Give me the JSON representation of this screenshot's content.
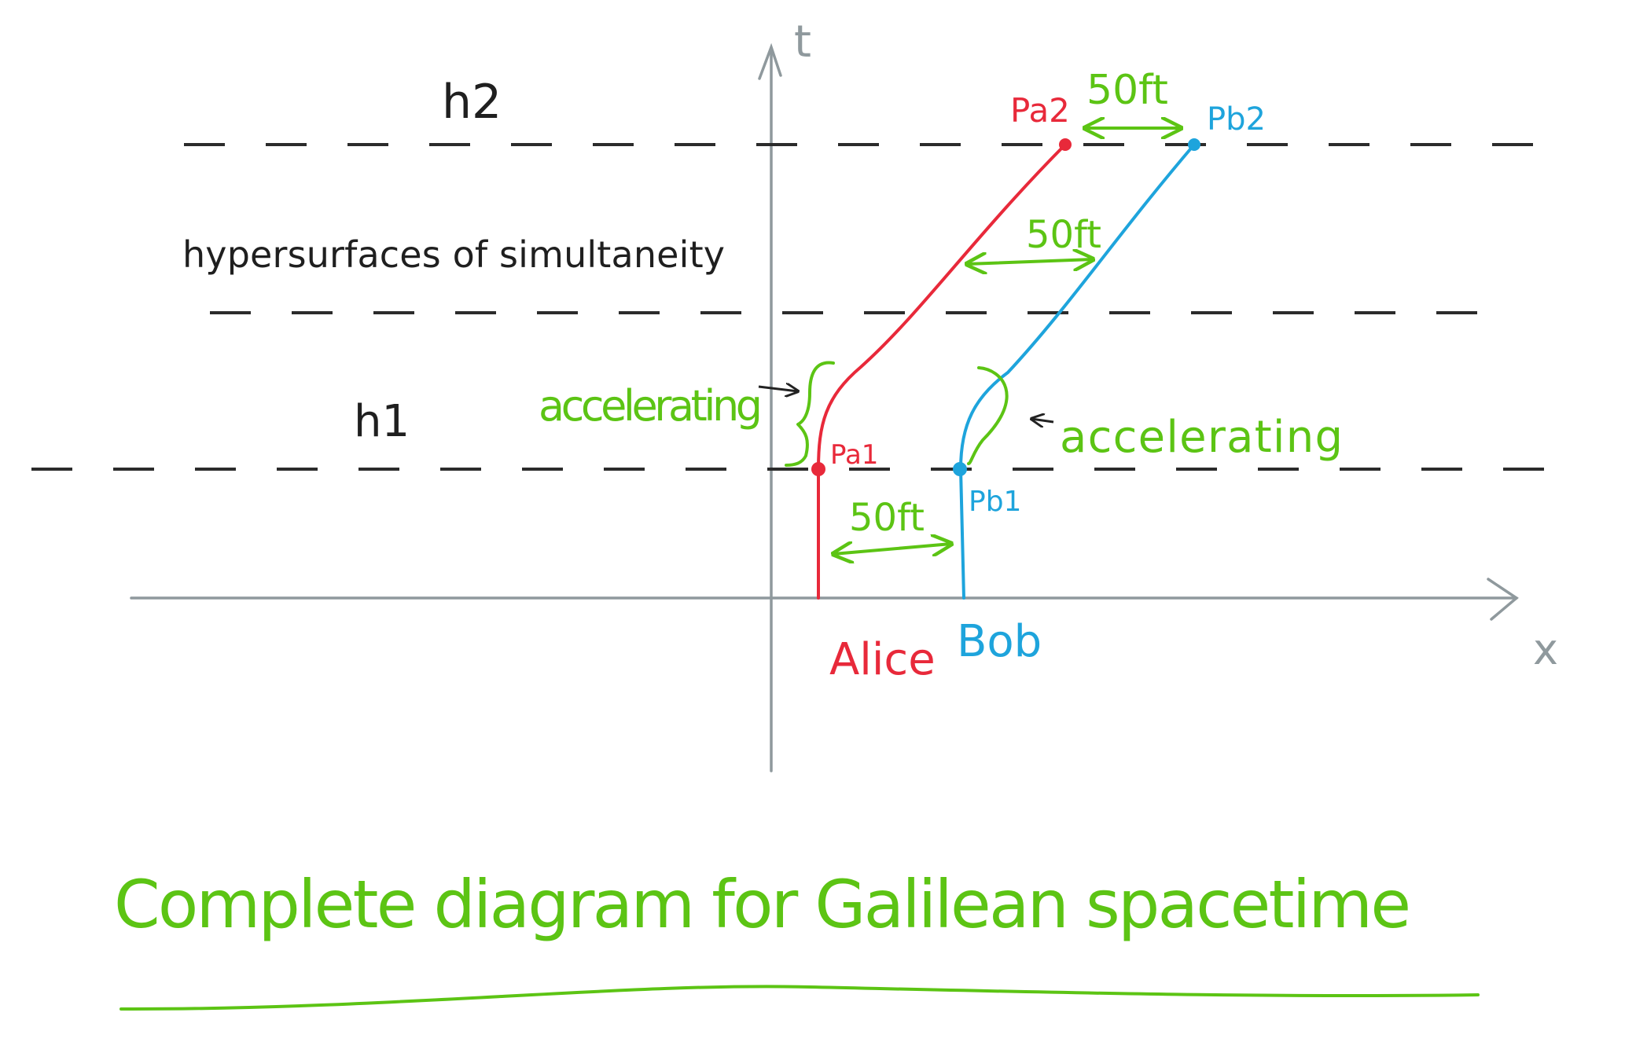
{
  "axes": {
    "time_label": "t",
    "space_label": "x"
  },
  "hypersurfaces": {
    "h2_label": "h2",
    "h1_label": "h1",
    "caption": "hypersurfaces of simultaneity"
  },
  "worldlines": {
    "alice": {
      "name": "Alice",
      "color": "#e8293a",
      "event1": "Pa1",
      "event2": "Pa2"
    },
    "bob": {
      "name": "Bob",
      "color": "#1ea4dc",
      "event1": "Pb1",
      "event2": "Pb2"
    }
  },
  "annotations": {
    "color": "#5cc414",
    "accelerating_left": "accelerating",
    "accelerating_right": "accelerating",
    "distance_top": "50ft",
    "distance_middle": "50ft",
    "distance_bottom": "50ft"
  },
  "title": "Complete diagram for Galilean spacetime"
}
